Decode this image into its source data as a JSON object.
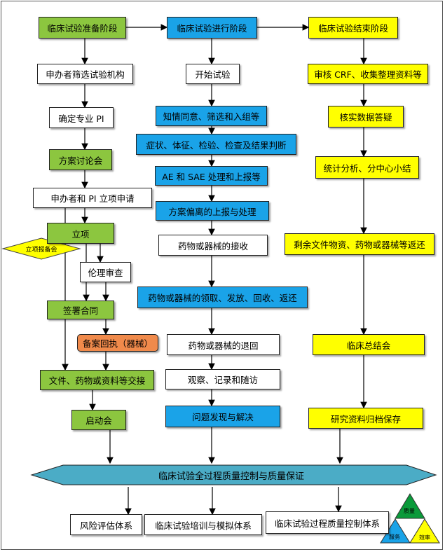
{
  "columns": {
    "prep": {
      "header": "临床试验准备阶段",
      "steps": [
        "申办者筛选试验机构",
        "确定专业 PI",
        "方案讨论会",
        "申办者和 PI 立项申请",
        "立项",
        "伦理审查",
        "签署合同",
        "备案回执（器械）",
        "文件、药物或资料等交接",
        "启动会"
      ],
      "side_note": "立项报备会"
    },
    "run": {
      "header": "临床试验进行阶段",
      "steps": [
        "开始试验",
        "知情同意、筛选和入组等",
        "症状、体征、检验、检查及结果判断",
        "AE 和 SAE 处理和上报等",
        "方案偏离的上报与处理",
        "药物或器械的接收",
        "药物或器械的领取、发放、回收、返还",
        "药物或器械的退回",
        "观察、记录和随访",
        "问题发现与解决"
      ]
    },
    "end": {
      "header": "临床试验结束阶段",
      "steps": [
        "审核 CRF、收集整理资料等",
        "核实数据答疑",
        "统计分析、分中心小结",
        "剩余文件物资、药物或器械等返还",
        "临床总结会",
        "研究资料归档保存"
      ]
    }
  },
  "qc_bar": "临床试验全过程质量控制与质量保证",
  "systems": [
    "风险评估体系",
    "临床试验培训与模拟体系",
    "临床试验过程质量控制体系"
  ],
  "triangle_labels": [
    "质量",
    "服务",
    "效率"
  ],
  "colors": {
    "green": "#8cc63f",
    "blue": "#1aa3e8",
    "yellow": "#ffff00",
    "orange": "#f08a4b",
    "teal": "#4bacc6"
  }
}
